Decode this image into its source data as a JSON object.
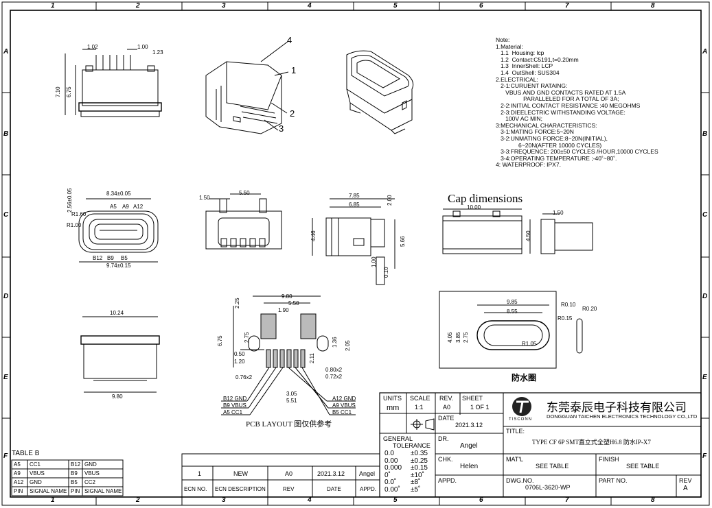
{
  "frame": {
    "columns": [
      "1",
      "2",
      "3",
      "4",
      "5",
      "6",
      "7",
      "8"
    ],
    "rows": [
      "A",
      "B",
      "C",
      "D",
      "E",
      "F"
    ]
  },
  "notes": {
    "lines": [
      "Note:",
      "1.Material:",
      "   1.1  Housing: lcp",
      "   1.2  Contact:C5191,t=0.20mm",
      "   1.3  InnerShell: LCP",
      "   1.4  OutShell: SUS304",
      "2.ELECTRICAL:",
      "   2-1:CURUENT RATAING:",
      "      VBUS AND GND CONTACTS RATED AT 1.5A",
      "                 PARALLELED FOR A TOTAL OF 3A;",
      "   2-2:INITIAL CONTACT RESISTANCE :40 MEGOHMS",
      "   2-3:DIEELECTRIC WITHSTANDING VOLTAGE:",
      "      100V AC MIN;",
      "3:MECHANICAL CHARACTERISTICS:",
      "   3-1:MATING FORCE:5~20N",
      "   3-2:UNMATING FORCE:8~20N(INITIAL),",
      "              6~20N(AFTER 10000 CYCLES)",
      "   3-3:FREQUENCE: 200±50 CYCLES /HOUR,10000 CYCLES",
      "   3-4:OPERATING TEMPERATURE ;-40˚~80˚.",
      "4: WATERPROOF: IPX7."
    ]
  },
  "labels": {
    "cap_dimensions": "Cap dimensions",
    "pcb_layout": "PCB LAYOUT  图仅供参考",
    "gasket": "防水圈",
    "table_b": "TABLE B",
    "callouts": [
      "4",
      "1",
      "2",
      "3"
    ]
  },
  "dimensions": {
    "top_view": [
      "1.02",
      "1.00",
      "1.23",
      "7.10",
      "6.75"
    ],
    "front_view": [
      "8.34±0.05",
      "A5",
      "A9",
      "A12",
      "2.56±0.05",
      "R1.60",
      "R1.00",
      "B12",
      "B9",
      "B5",
      "9.74±0.15"
    ],
    "side_view": [
      "1.50",
      "5.50"
    ],
    "right_view": [
      "7.85",
      "6.85",
      "2.00",
      "4.46",
      "5.66",
      "1.00",
      "0.10"
    ],
    "cap": [
      "10.00",
      "4.50",
      "1.50"
    ],
    "bottom_view": [
      "10.24",
      "9.80"
    ],
    "pcb": [
      "9.80",
      "5.50",
      "1.90",
      "2.25",
      "6.75",
      "2.75",
      "0.50",
      "1.20",
      "1.36",
      "2.05",
      "2.11",
      "0.76x2",
      "0.80x2",
      "0.72x2",
      "3.05",
      "5.51"
    ],
    "pcb_pins": [
      [
        "B12",
        "GND"
      ],
      [
        "B9",
        "VBUS"
      ],
      [
        "A5",
        "CC1"
      ],
      [
        "A12",
        "GND"
      ],
      [
        "A9",
        "VBUS"
      ],
      [
        "B5",
        "CC1"
      ]
    ],
    "gasket": [
      "9.85",
      "8.55",
      "R0.10",
      "R0.20",
      "R0.15",
      "4.05",
      "3.85",
      "2.75",
      "R1.05"
    ]
  },
  "table_b": {
    "rows": [
      [
        "A5",
        "CC1",
        "B12",
        "GND"
      ],
      [
        "A9",
        "VBUS",
        "B9",
        "VBUS"
      ],
      [
        "A12",
        "GND",
        "B5",
        "CC2"
      ],
      [
        "PIN",
        "SIGNAL NAME",
        "PIN",
        "SIGNAL NAME"
      ]
    ]
  },
  "revision": {
    "row": [
      "1",
      "NEW",
      "A0",
      "2021.3.12",
      "Angel"
    ],
    "headers": [
      "ECN NO.",
      "ECN DESCRIPTION",
      "REV",
      "DATE",
      "APPD."
    ]
  },
  "title_block": {
    "units_label": "UNITS",
    "units_value": "mm",
    "scale_label": "SCALE",
    "scale_value": "1:1",
    "rev_label": "REV.",
    "rev_value": "A0",
    "sheet_label": "SHEET",
    "sheet_value": "1 OF 1",
    "date_label": "DATE",
    "date_value": "2021.3.12",
    "company_cn": "东莞泰辰电子科技有限公司",
    "company_en": "DONGGUAN TAICHEN ELECTRONICS TECHNOLOGY CO.,LTD",
    "logo_text": "TISCONN",
    "title_label": "TITLE:",
    "title_value": "TYPE CF 6P SMT直立式全塑H6.8 防水IP-X7",
    "general_tol_1": "GENERAL",
    "general_tol_2": "TOLERANCE",
    "dr_label": "DR.",
    "dr_value": "Angel",
    "chk_label": "CHK.",
    "chk_value": "Helen",
    "appd_label": "APPD.",
    "tolerances": [
      [
        "0.0",
        "±0.35"
      ],
      [
        "0.00",
        "±0.25"
      ],
      [
        "0.000",
        "±0.15"
      ],
      [
        "0˚",
        "±10˚"
      ],
      [
        "0.0˚",
        "±8˚"
      ],
      [
        "0.00˚",
        "±5˚"
      ]
    ],
    "matl_label": "MAT'L",
    "matl_value": "SEE TABLE",
    "finish_label": "FINISH",
    "finish_value": "SEE TABLE",
    "dwg_label": "DWG.NO.",
    "dwg_value": "0706L-3620-WP",
    "part_label": "PART NO.",
    "rev2_label": "REV",
    "rev2_value": "A"
  }
}
